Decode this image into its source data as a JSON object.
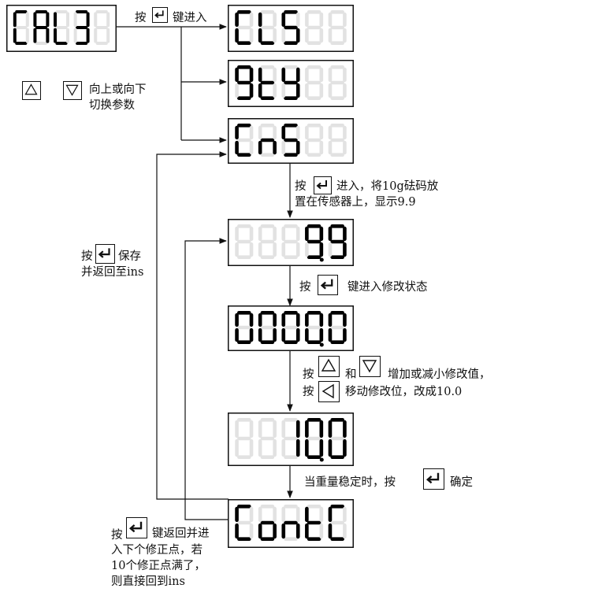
{
  "displays": [
    {
      "id": "cal3",
      "digits": [
        {
          "c": "C",
          "on": true
        },
        {
          "c": "A",
          "on": true
        },
        {
          "c": "L",
          "on": true
        },
        {
          "c": "3",
          "on": true
        },
        {
          "c": "8",
          "on": false
        }
      ],
      "dot": null
    },
    {
      "id": "cls",
      "digits": [
        {
          "c": "C",
          "on": true
        },
        {
          "c": "L",
          "on": true
        },
        {
          "c": "S",
          "on": true
        },
        {
          "c": "8",
          "on": false
        },
        {
          "c": "8",
          "on": false
        }
      ],
      "dot": null
    },
    {
      "id": "qty",
      "digits": [
        {
          "c": "9",
          "on": true
        },
        {
          "c": "t",
          "on": true
        },
        {
          "c": "y",
          "on": true
        },
        {
          "c": "8",
          "on": false
        },
        {
          "c": "8",
          "on": false
        }
      ],
      "dot": null
    },
    {
      "id": "ins",
      "digits": [
        {
          "c": "C",
          "on": true
        },
        {
          "c": "n",
          "on": true
        },
        {
          "c": "S",
          "on": true
        },
        {
          "c": "8",
          "on": false
        },
        {
          "c": "8",
          "on": false
        }
      ],
      "dot": null
    },
    {
      "id": "d99",
      "digits": [
        {
          "c": "8",
          "on": false
        },
        {
          "c": "8",
          "on": false
        },
        {
          "c": "8",
          "on": false
        },
        {
          "c": "9",
          "on": true
        },
        {
          "c": "9",
          "on": true
        }
      ],
      "dot": 3
    },
    {
      "id": "d0000",
      "digits": [
        {
          "c": "0",
          "on": true
        },
        {
          "c": "0",
          "on": true
        },
        {
          "c": "0",
          "on": true
        },
        {
          "c": "0",
          "on": true
        },
        {
          "c": "0",
          "on": true
        }
      ],
      "dot": 3
    },
    {
      "id": "d100",
      "digits": [
        {
          "c": "8",
          "on": false
        },
        {
          "c": "8",
          "on": false
        },
        {
          "c": "1",
          "on": true
        },
        {
          "c": "0",
          "on": true
        },
        {
          "c": "0",
          "on": true
        }
      ],
      "dot": 3
    },
    {
      "id": "contc",
      "digits": [
        {
          "c": "C",
          "on": true
        },
        {
          "c": "o",
          "on": true
        },
        {
          "c": "n",
          "on": true
        },
        {
          "c": "t",
          "on": true
        },
        {
          "c": "C",
          "on": true
        }
      ],
      "dot": null
    }
  ],
  "labels": {
    "press": "按",
    "enter_key": "键进入",
    "up_down_1": "向上或向下",
    "up_down_2": "切换参数",
    "step1_a": "进入，将10g砝码放",
    "step1_b": "置在传感器上，显示9.9",
    "step2": "键进入修改状态",
    "and": "和",
    "step3_a": "增加或减小修改值，",
    "step3_b": "移动修改位，改成10.0",
    "step4": "当重量稳定时，按",
    "confirm": "确定",
    "save_1": "保存",
    "save_2": "并返回至ins",
    "back_1": "键返回并进",
    "back_2": "入下个修正点，若",
    "back_3": "10个修正点满了，",
    "back_4": "则直接回到ins"
  },
  "icons": [
    "enter-key-icon",
    "up-triangle-key-icon",
    "down-triangle-key-icon",
    "left-triangle-key-icon"
  ]
}
